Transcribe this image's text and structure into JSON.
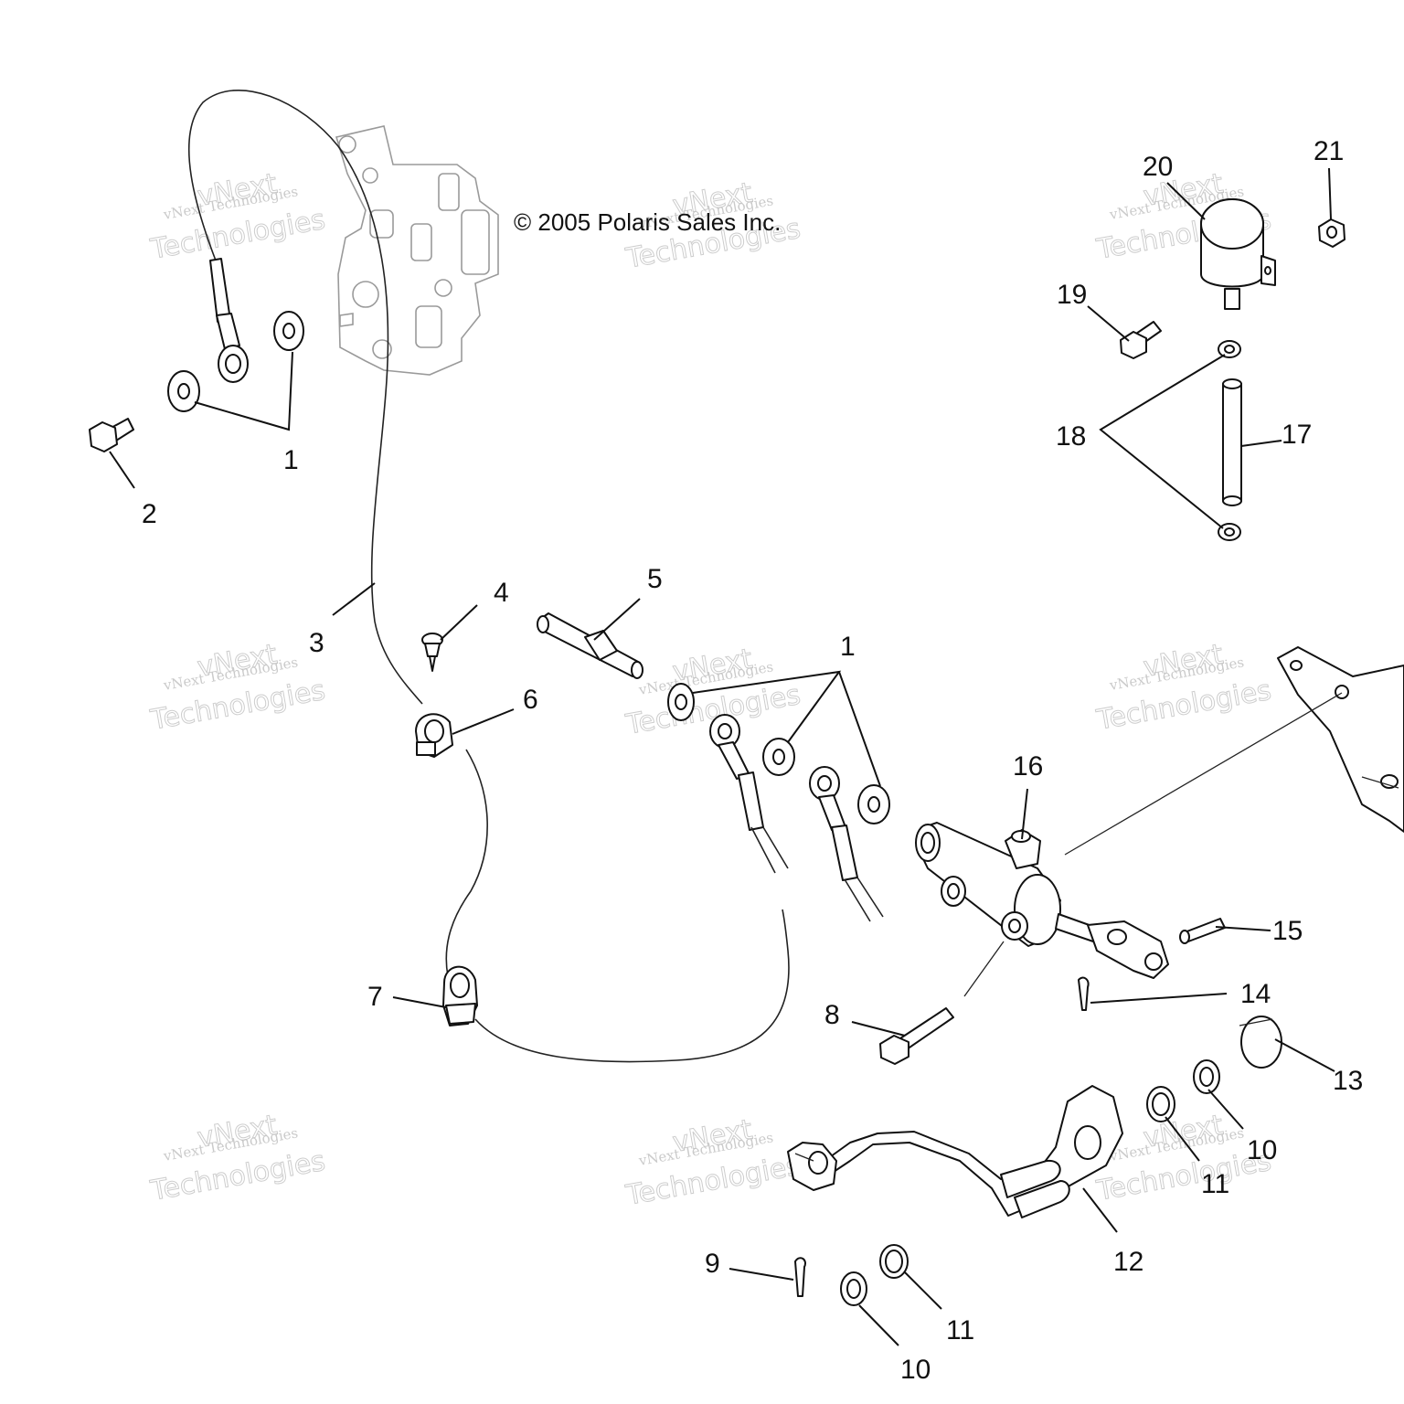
{
  "copyright": "© 2005 Polaris Sales Inc.",
  "watermark": {
    "line1": "vNext Technologies",
    "line2": "vNext",
    "line3": "Technologies"
  },
  "callouts": {
    "c1a": "1",
    "c1b": "1",
    "c2": "2",
    "c3": "3",
    "c4": "4",
    "c5": "5",
    "c6": "6",
    "c7": "7",
    "c8": "8",
    "c9": "9",
    "c10a": "10",
    "c10b": "10",
    "c11a": "11",
    "c11b": "11",
    "c12": "12",
    "c13": "13",
    "c14": "14",
    "c15": "15",
    "c16": "16",
    "c17": "17",
    "c18": "18",
    "c19": "19",
    "c20": "20",
    "c21": "21"
  }
}
